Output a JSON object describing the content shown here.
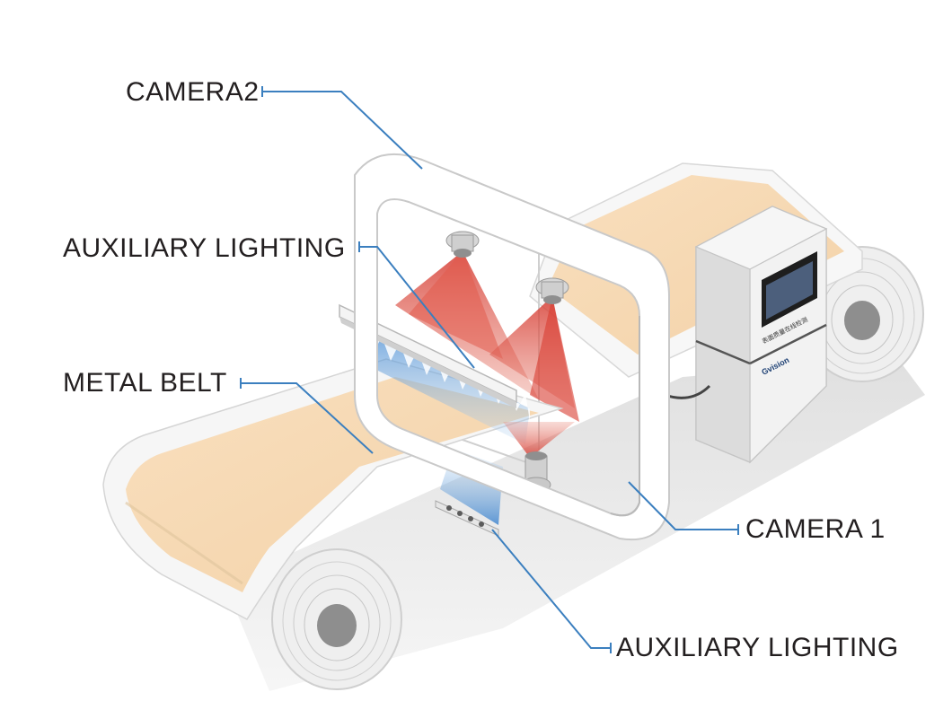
{
  "labels": {
    "camera2": "CAMERA2",
    "aux_lighting_top": "AUXILIARY LIGHTING",
    "metal_belt": "METAL BELT",
    "camera1": "CAMERA 1",
    "aux_lighting_bottom": "AUXILIARY LIGHTING"
  },
  "cabinet": {
    "brand": "Gvision",
    "panel_text": "表面质量在线检测"
  },
  "colors": {
    "belt": "#f8dcb8",
    "belt_shadow": "#e3c69f",
    "frame": "#ffffff",
    "frame_edge": "#c7c7c7",
    "red_light": "#d9463a",
    "blue_light": "#4a8fd0",
    "callout_line": "#3b7fbf",
    "text": "#231f20"
  }
}
